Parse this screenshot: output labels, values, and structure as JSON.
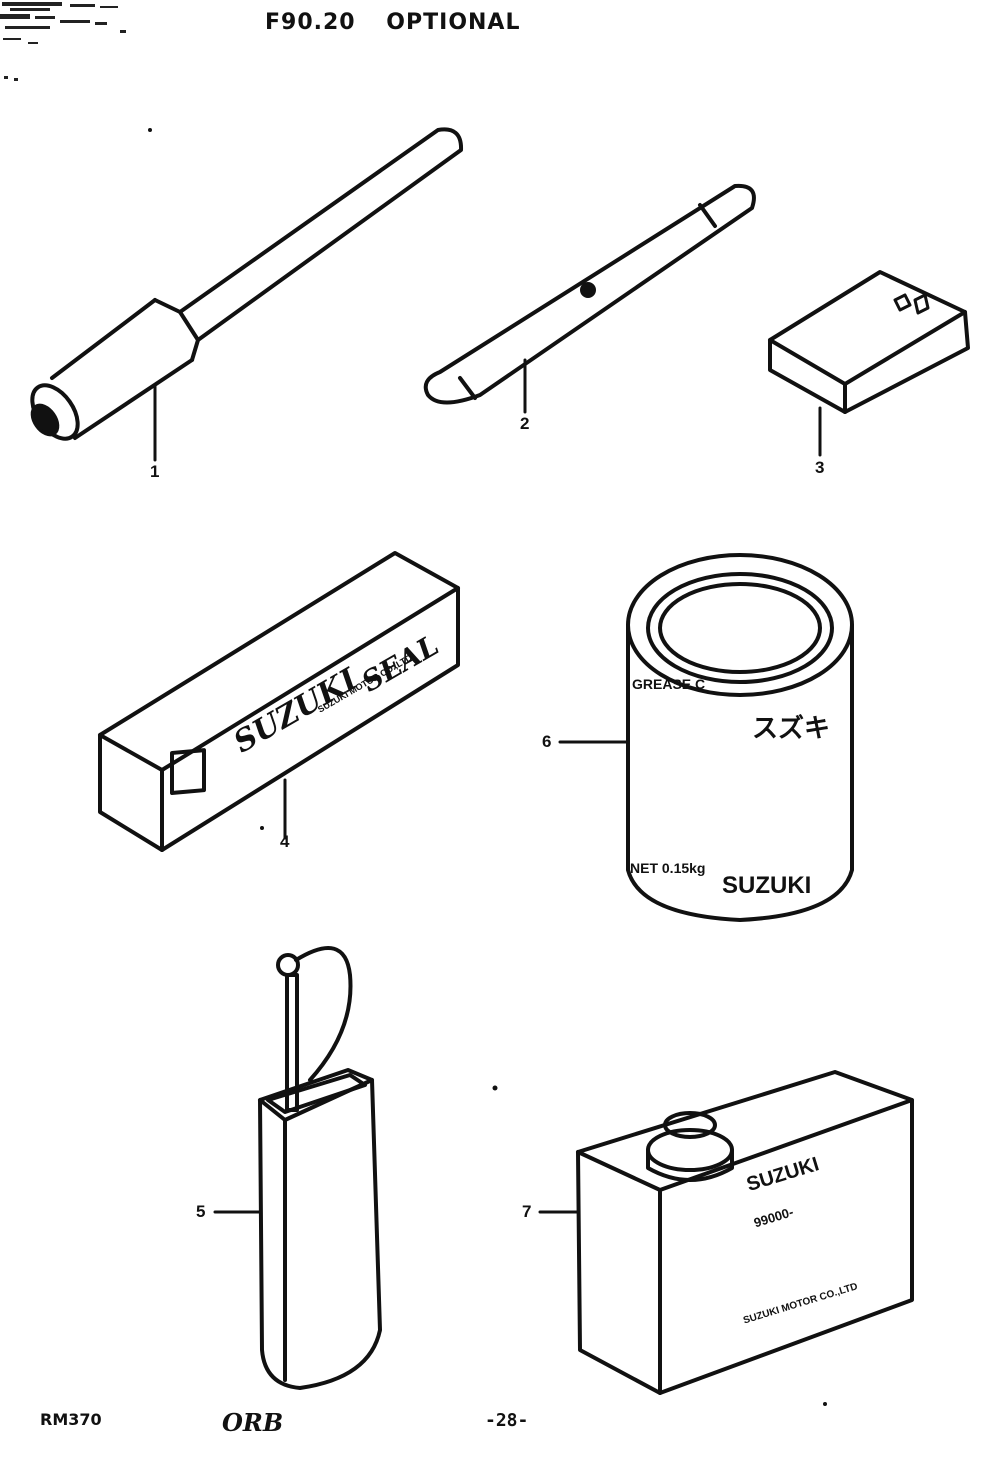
{
  "header": {
    "code": "F90.20",
    "title": "OPTIONAL"
  },
  "callouts": [
    "1",
    "2",
    "3",
    "4",
    "5",
    "6",
    "7"
  ],
  "product_labels": {
    "seal_box": {
      "brand": "SUZUKI",
      "name": "SEAL",
      "sub": "SUZUKI MOTOR CO.,LTD"
    },
    "grease_can": {
      "grade": "GREASE C",
      "net": "NET 0.15kg",
      "brand": "SUZUKI",
      "jp": "スズキ"
    },
    "oil_tin": {
      "brand": "SUZUKI",
      "code": "99000-",
      "maker": "SUZUKI MOTOR CO.,LTD"
    }
  },
  "footer": {
    "code": "RM370",
    "mark": "ORB",
    "page": "-28-"
  },
  "colors": {
    "ink": "#111111",
    "paper": "#ffffff"
  }
}
